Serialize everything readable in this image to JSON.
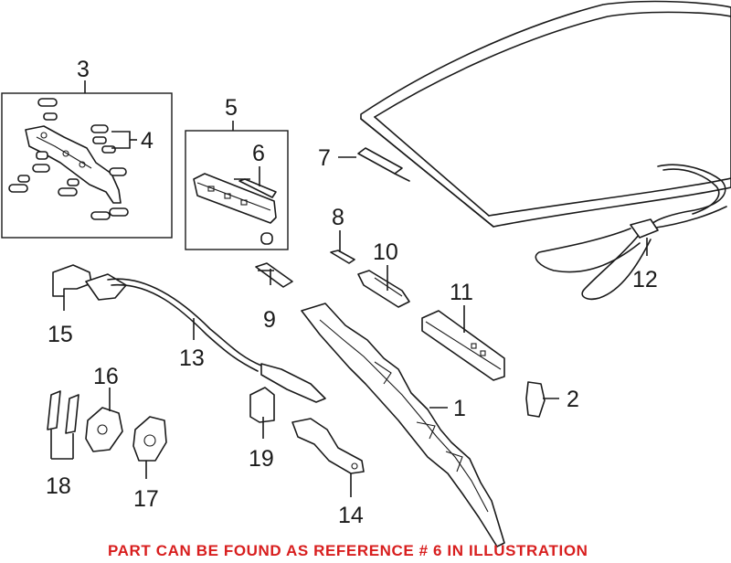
{
  "callouts": {
    "c1": "1",
    "c2": "2",
    "c3": "3",
    "c4": "4",
    "c5": "5",
    "c6": "6",
    "c7": "7",
    "c8": "8",
    "c9": "9",
    "c10": "10",
    "c11": "11",
    "c12": "12",
    "c13": "13",
    "c14": "14",
    "c15": "15",
    "c16": "16",
    "c17": "17",
    "c18": "18",
    "c19": "19"
  },
  "notice": "PART CAN BE FOUND AS REFERENCE # 6 IN ILLUSTRATION",
  "colors": {
    "notice": "#d81e1e",
    "linework": "#1a1a1a"
  }
}
